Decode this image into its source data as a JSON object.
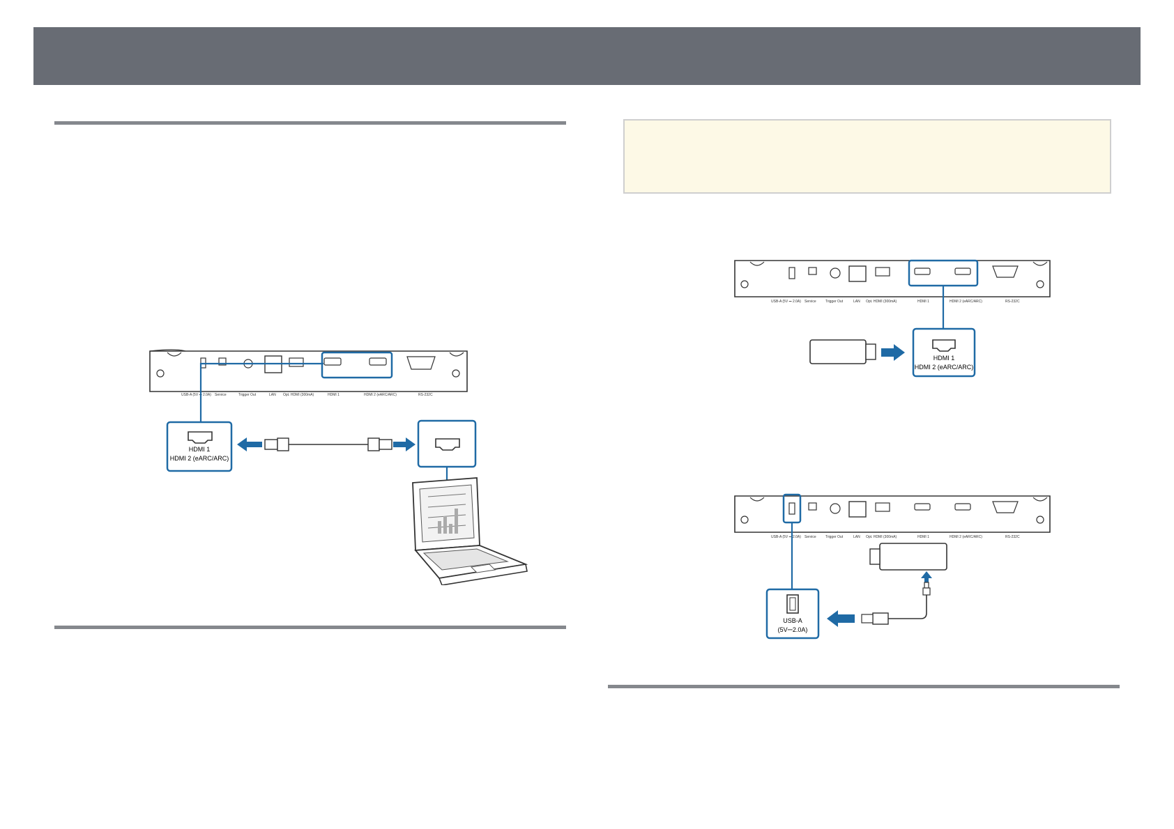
{
  "colors": {
    "header": "#686c74",
    "rule": "#85888d",
    "note_bg": "#fdf9e6",
    "accent": "#1f6aa5",
    "line": "#333333"
  },
  "figures": {
    "laptop": {
      "port_labels": [
        "USB-A (5V ⎓ 2.0A)",
        "Service",
        "Trigger Out",
        "LAN",
        "Opt. HDMI (300mA)",
        "HDMI 1",
        "HDMI 2 (eARC/ARC)",
        "RS-232C"
      ],
      "callout_line1": "HDMI 1",
      "callout_line2": "HDMI 2 (eARC/ARC)"
    },
    "stick": {
      "port_labels": [
        "USB-A (5V ⎓ 2.0A)",
        "Service",
        "Trigger Out",
        "LAN",
        "Opt. HDMI (300mA)",
        "HDMI 1",
        "HDMI 2 (eARC/ARC)",
        "RS-232C"
      ],
      "callout_line1": "HDMI 1",
      "callout_line2": "HDMI 2 (eARC/ARC)"
    },
    "usb": {
      "port_labels": [
        "USB-A (5V ⎓ 2.0A)",
        "Service",
        "Trigger Out",
        "LAN",
        "Opt. HDMI (300mA)",
        "HDMI 1",
        "HDMI 2 (eARC/ARC)",
        "RS-232C"
      ],
      "callout_line1": "USB-A",
      "callout_line2": "(5V⎓2.0A)"
    }
  }
}
